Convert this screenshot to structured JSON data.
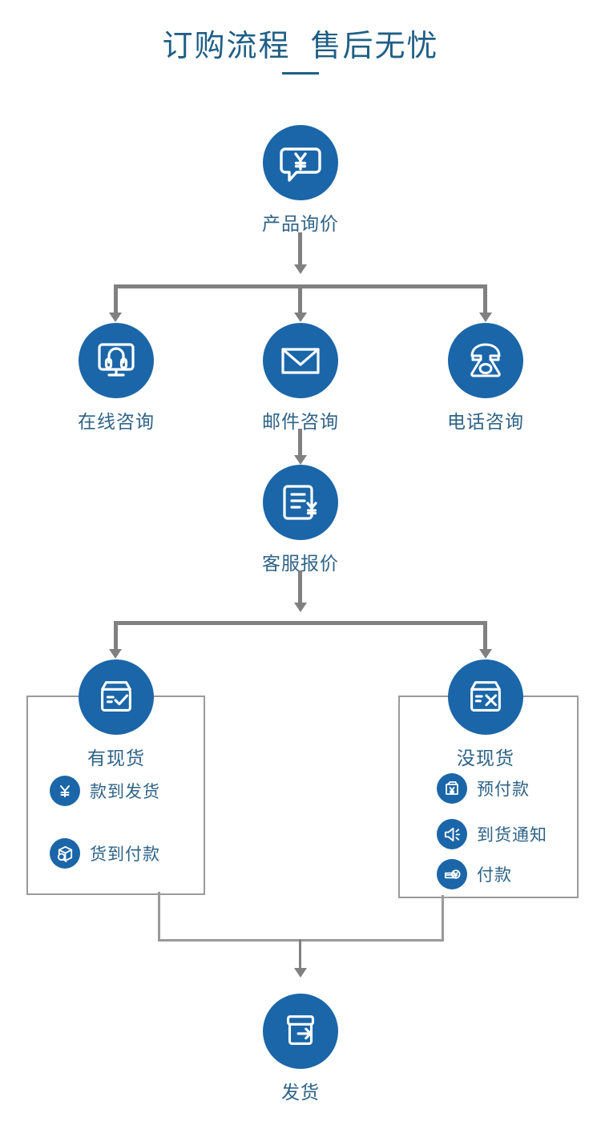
{
  "header": {
    "title": "订购流程  售后无忧"
  },
  "colors": {
    "circle_blue": "#1b66a8",
    "label_blue": "#2f6387",
    "title_blue": "#1f5f86",
    "connector_gray": "#808080",
    "box_border_gray": "#9a9a9a",
    "background": "#ffffff"
  },
  "flow": {
    "start": {
      "label": "产品询价",
      "icon": "chat-bubble-yen-icon"
    },
    "channels": [
      {
        "label": "在线咨询",
        "icon": "monitor-headset-icon"
      },
      {
        "label": "邮件咨询",
        "icon": "envelope-icon"
      },
      {
        "label": "电话咨询",
        "icon": "telephone-icon"
      }
    ],
    "quote": {
      "label": "客服报价",
      "icon": "document-yen-icon"
    },
    "outcomes": [
      {
        "label": "有现货",
        "icon": "box-check-icon",
        "items": [
          {
            "label": "款到发货",
            "icon": "yen-circle-icon"
          },
          {
            "label": "货到付款",
            "icon": "package-search-icon"
          }
        ]
      },
      {
        "label": "没现货",
        "icon": "box-cross-icon",
        "items": [
          {
            "label": "预付款",
            "icon": "wallet-yen-icon"
          },
          {
            "label": "到货通知",
            "icon": "speaker-icon"
          },
          {
            "label": "付款",
            "icon": "card-yen-icon"
          }
        ]
      }
    ],
    "end": {
      "label": "发货",
      "icon": "box-arrow-out-icon"
    }
  }
}
